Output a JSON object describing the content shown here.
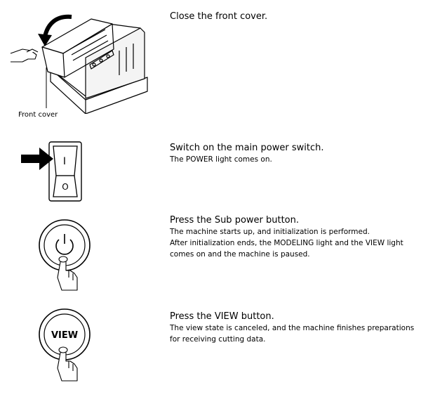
{
  "steps": [
    {
      "heading": "Close the front cover.",
      "caption": "Front cover",
      "lines": []
    },
    {
      "heading": "Switch on the main power switch.",
      "lines": [
        "The POWER light comes on."
      ],
      "switch_on_symbol": "I",
      "switch_off_symbol": "O"
    },
    {
      "heading": "Press the Sub power button.",
      "lines": [
        "The machine starts up, and initialization is performed.",
        "After initialization ends, the MODELING light and the VIEW light",
        "comes on and the machine is paused."
      ]
    },
    {
      "heading": "Press the VIEW button.",
      "lines": [
        "The view state is canceled, and the machine finishes preparations",
        "for receiving cutting data."
      ],
      "button_label": "VIEW"
    }
  ],
  "icons": [
    "machine-illustration",
    "arrow-icon",
    "power-switch-icon",
    "power-button-icon",
    "hand-icon",
    "view-button-icon"
  ]
}
